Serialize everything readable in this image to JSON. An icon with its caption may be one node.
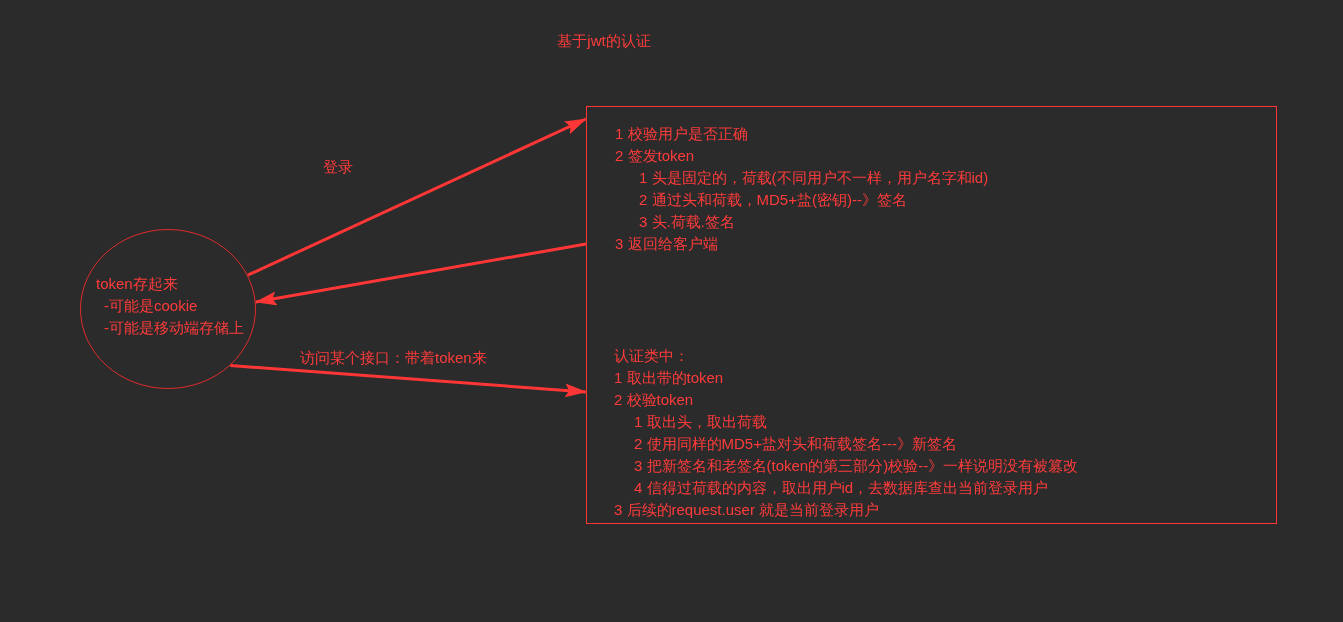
{
  "diagram": {
    "title": "基于jwt的认证",
    "nodes": [
      {
        "text": [
          "token存起来",
          "-可能是cookie",
          "-可能是移动端存储上"
        ]
      },
      {
        "text": [
          "1 校验用户是否正确",
          "2 签发token",
          "1 头是固定的，荷载(不同用户不一样，用户名字和id)",
          "2 通过头和荷载，MD5+盐(密钥)--》签名",
          "3 头.荷载.签名",
          "3 返回给客户端",
          "认证类中：",
          "1 取出带的token",
          "2 校验token",
          "1 取出头，取出荷载",
          "2 使用同样的MD5+盐对头和荷载签名---》新签名",
          "3 把新签名和老签名(token的第三部分)校验--》一样说明没有被篡改",
          "4 信得过荷载的内容，取出用户id，去数据库查出当前登录用户",
          "3 后续的request.user 就是当前登录用户"
        ]
      }
    ],
    "edges": [
      {
        "from": 0,
        "to": 1,
        "arrow": "to",
        "label": "登录"
      },
      {
        "from": 1,
        "to": 0,
        "arrow": "to"
      },
      {
        "from": 0,
        "to": 1,
        "arrow": "to",
        "label": "访问某个接口：带着token来"
      }
    ]
  }
}
